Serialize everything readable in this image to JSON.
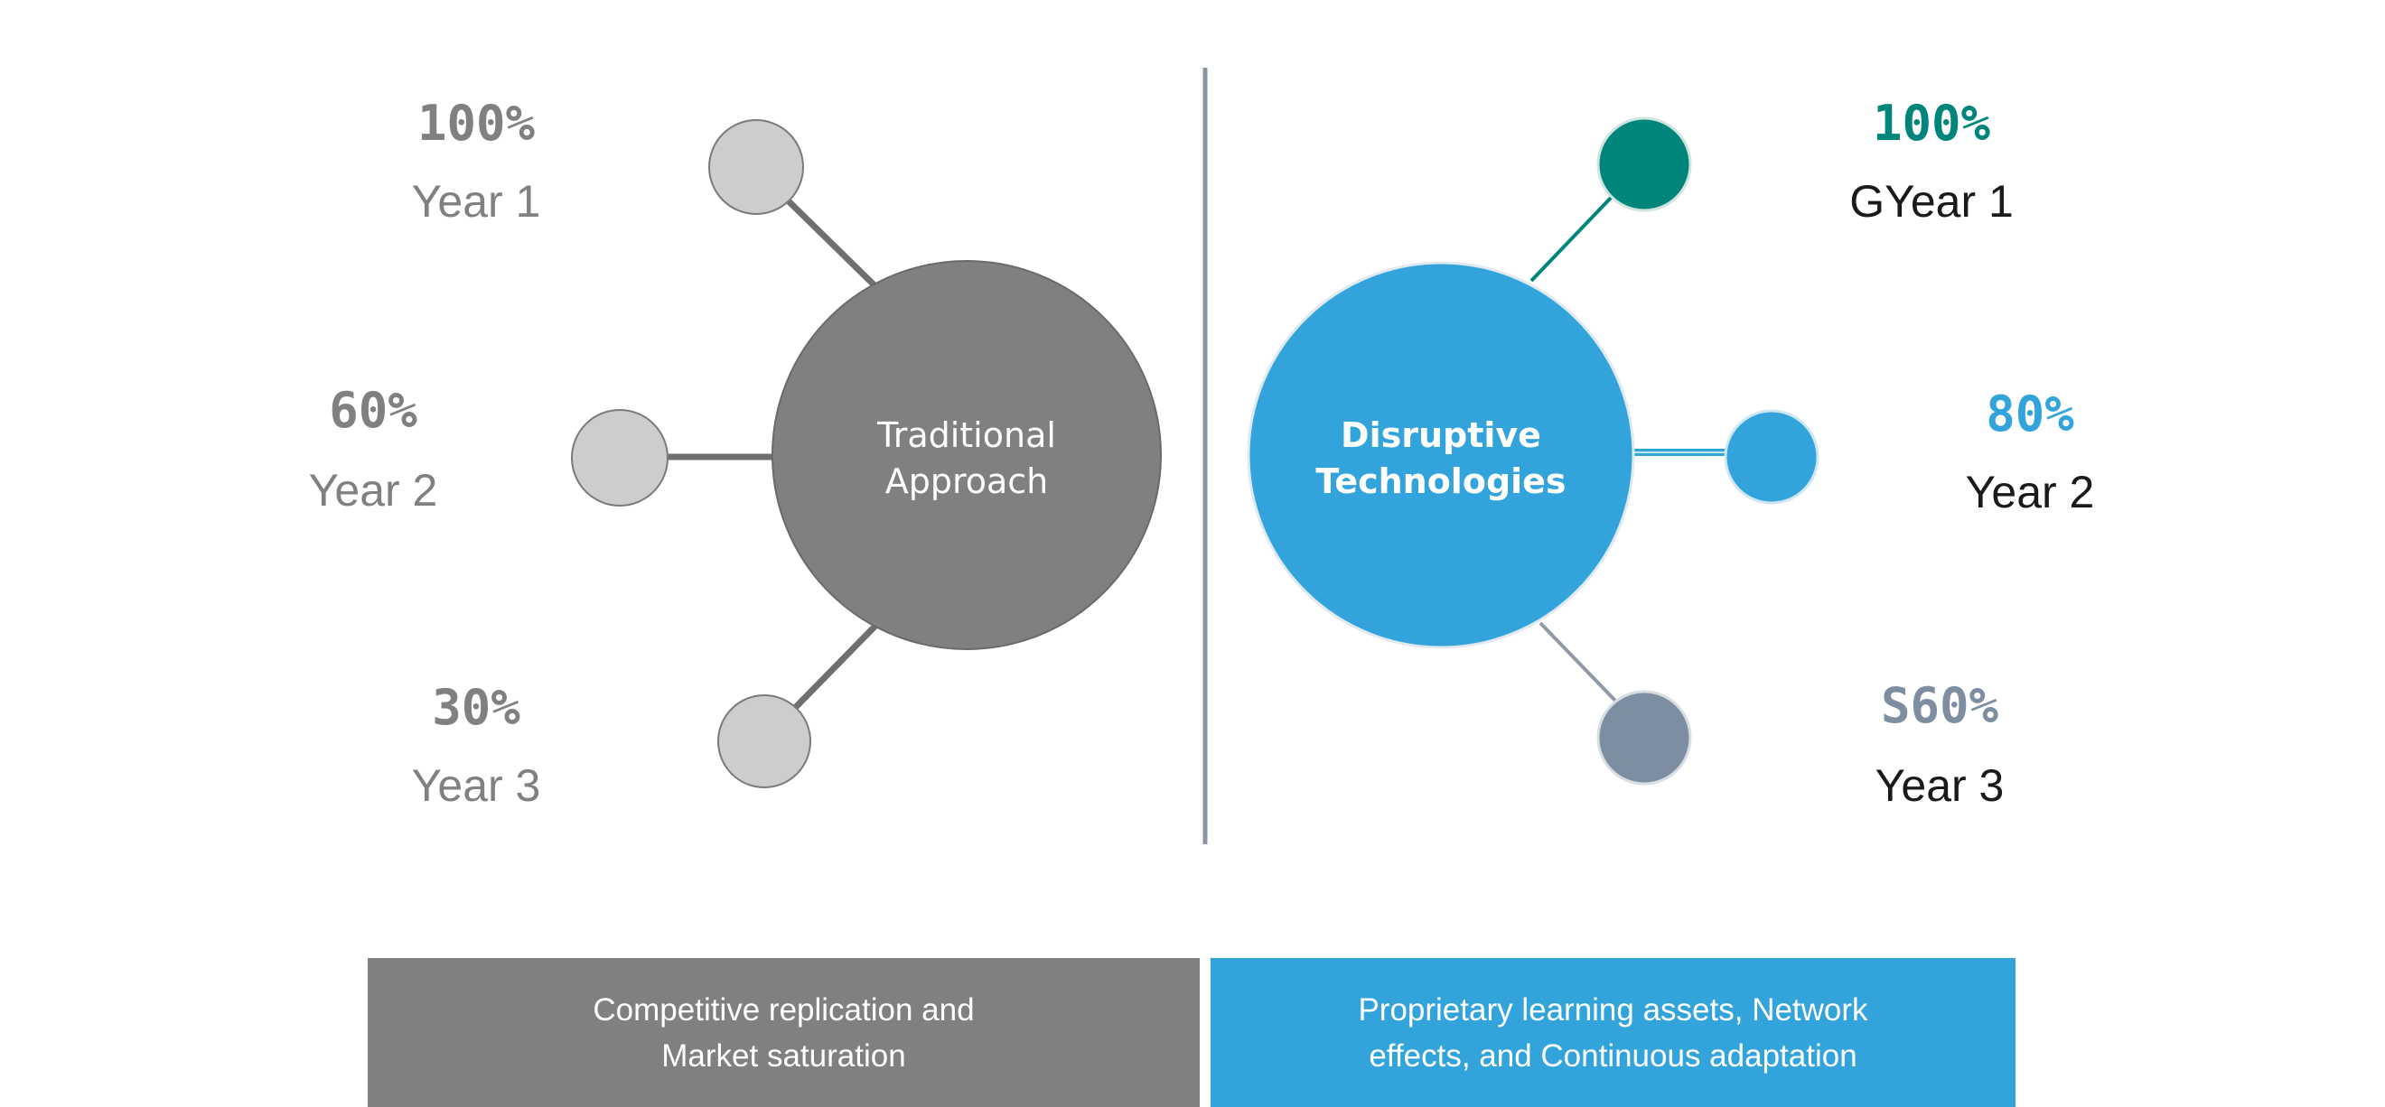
{
  "left": {
    "hub": {
      "line1": "Traditional",
      "line2": "Approach"
    },
    "nodes": [
      {
        "percent": "100%",
        "year": "Year 1"
      },
      {
        "percent": "60%",
        "year": "Year 2"
      },
      {
        "percent": "30%",
        "year": "Year 3"
      }
    ],
    "footer": {
      "line1": "Competitive replication and",
      "line2": "Market saturation"
    }
  },
  "right": {
    "hub": {
      "line1": "Disruptive",
      "line2": "Technologies"
    },
    "nodes": [
      {
        "percent": "100%",
        "year": "GYear 1"
      },
      {
        "percent": "80%",
        "year": "Year 2"
      },
      {
        "percent": "S60%",
        "year": "Year 3"
      }
    ],
    "footer": {
      "line1": "Proprietary learning assets, Network",
      "line2": "effects, and Continuous adaptation"
    }
  },
  "colors": {
    "traditional_hub": "#808080",
    "traditional_node": "#cdcdcd",
    "traditional_connector": "#6f6f6f",
    "traditional_text": "#808080",
    "divider": "#8a94a0",
    "disruptive_hub": "#33a4db",
    "disruptive_node_1": "#00857a",
    "disruptive_node_2": "#33a4db",
    "disruptive_node_3": "#7d8ea3",
    "disruptive_percent_1": "#00857a",
    "disruptive_percent_2": "#33a4db",
    "disruptive_percent_3": "#7d8ea3",
    "disruptive_year_text": "#1a1a1a",
    "footer_left_bg": "#808080",
    "footer_right_bg": "#33a4db"
  }
}
